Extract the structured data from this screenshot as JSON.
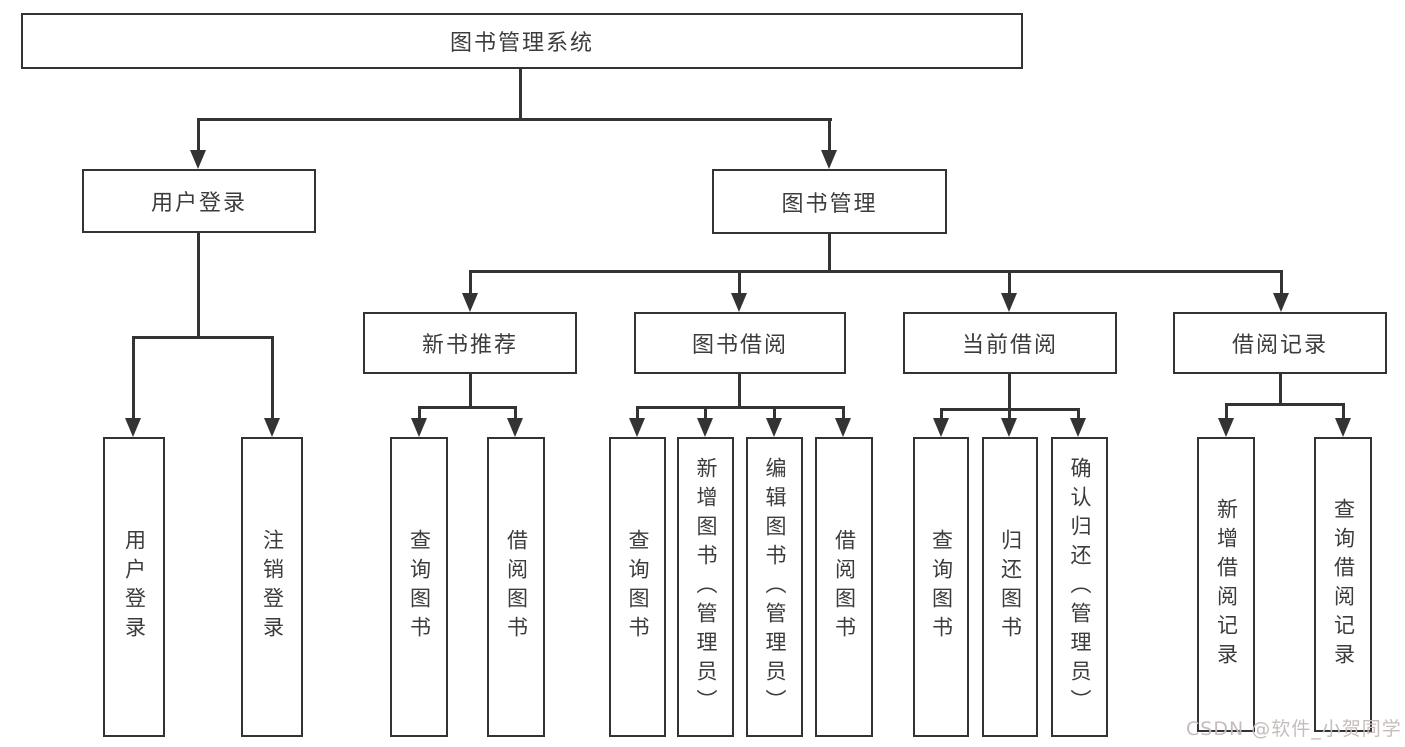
{
  "colors": {
    "line": "#333333",
    "text": "#3c3c3c",
    "watermark": "#c6bcbc"
  },
  "watermark": {
    "text": "CSDN @软件_小贺同学"
  },
  "tree": {
    "root": {
      "label": "图书管理系统",
      "children": [
        {
          "label": "用户登录",
          "children": [
            {
              "label": "用户登录"
            },
            {
              "label": "注销登录"
            }
          ]
        },
        {
          "label": "图书管理",
          "children": [
            {
              "label": "新书推荐",
              "children": [
                {
                  "label": "查询图书"
                },
                {
                  "label": "借阅图书"
                }
              ]
            },
            {
              "label": "图书借阅",
              "children": [
                {
                  "label": "查询图书"
                },
                {
                  "label": "新增图书（管理员）"
                },
                {
                  "label": "编辑图书（管理员）"
                },
                {
                  "label": "借阅图书"
                }
              ]
            },
            {
              "label": "当前借阅",
              "children": [
                {
                  "label": "查询图书"
                },
                {
                  "label": "归还图书"
                },
                {
                  "label": "确认归还（管理员）"
                }
              ]
            },
            {
              "label": "借阅记录",
              "children": [
                {
                  "label": "新增借阅记录"
                },
                {
                  "label": "查询借阅记录"
                }
              ]
            }
          ]
        }
      ]
    }
  }
}
